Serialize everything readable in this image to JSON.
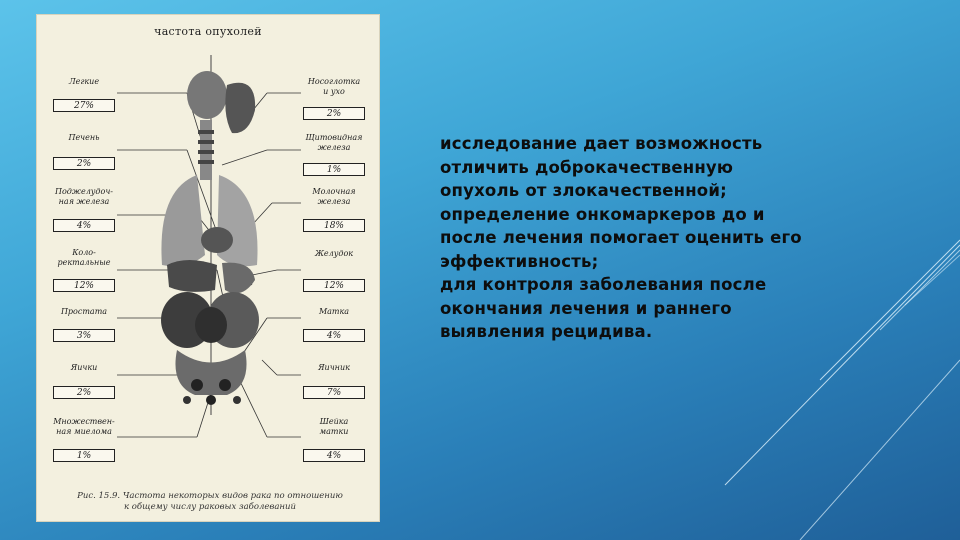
{
  "figure": {
    "title": "частота опухолей",
    "left": [
      {
        "name": "Легкие",
        "pct": "27%"
      },
      {
        "name": "Печень",
        "pct": "2%"
      },
      {
        "name": "Поджелудоч-\nная железа",
        "pct": "4%"
      },
      {
        "name": "Коло-\nректальные",
        "pct": "12%"
      },
      {
        "name": "Простата",
        "pct": "3%"
      },
      {
        "name": "Яички",
        "pct": "2%"
      },
      {
        "name": "Множествен-\nная миелома",
        "pct": "1%"
      }
    ],
    "right": [
      {
        "name": "Носоглотка\nи ухо",
        "pct": "2%"
      },
      {
        "name": "Щитовидная\nжелеза",
        "pct": "1%"
      },
      {
        "name": "Молочная\nжелеза",
        "pct": "18%"
      },
      {
        "name": "Желудок",
        "pct": "12%"
      },
      {
        "name": "Матка",
        "pct": "4%"
      },
      {
        "name": "Яичник",
        "pct": "7%"
      },
      {
        "name": "Шейка\nматки",
        "pct": "4%"
      }
    ],
    "caption_line1": "Рис. 15.9. Частота некоторых видов рака по отношению",
    "caption_line2": "к общему числу раковых заболеваний"
  },
  "text": {
    "line1": "исследование дает возможность",
    "line2": "отличить доброкачественную",
    "line3": "опухоль от злокачественной;",
    "line4": "определение онкомаркеров до и",
    "line5": "после лечения помогает оценить его",
    "line6": "эффективность;",
    "line7": "для контроля заболевания после",
    "line8": "окончания лечения и раннего",
    "line9": "выявления рецидива."
  },
  "colors": {
    "background_top": "#5cc3ea",
    "background_bottom": "#1f5f98",
    "figure_bg": "#f3f0df",
    "text": "#0d0d0d"
  }
}
